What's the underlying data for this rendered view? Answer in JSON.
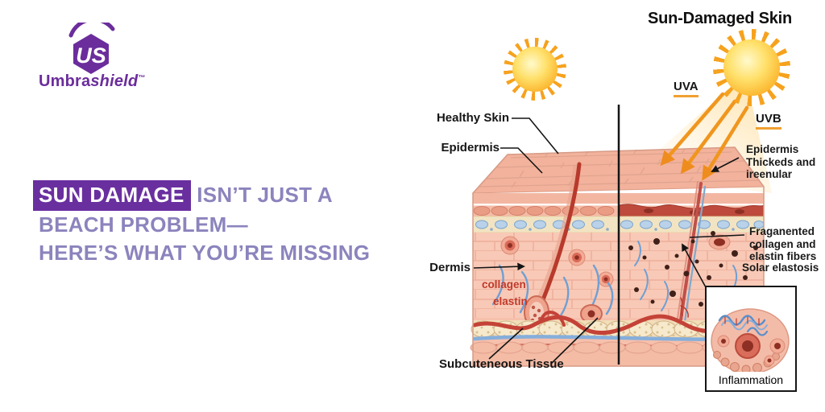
{
  "brand": {
    "monogram": "US",
    "name_bold": "Umbra",
    "name_italic": "shield",
    "tm": "™"
  },
  "headline": {
    "highlight": "SUN DAMAGE",
    "line1_rest": " ISN’T JUST A",
    "line2": "BEACH PROBLEM—",
    "line3": "HERE’S WHAT YOU’RE MISSING"
  },
  "diagram": {
    "title": "Sun-Damaged Skin",
    "labels": {
      "healthy_skin": "Healthy Skin",
      "epidermis": "Epidermis",
      "dermis": "Dermis",
      "subcutaneous": "Subcuteneous Tissue",
      "uva": "UVA",
      "uvb": "UVB",
      "epidermis_damaged_l1": "Epidermis",
      "epidermis_damaged_l2": "Thickeds and",
      "epidermis_damaged_l3": "ireenular",
      "fragmented_l1": "Fraganented",
      "fragmented_l2": "collagen and",
      "fragmented_l3": "elastin fibers",
      "solar_elastosis": "Solar elastosis",
      "collagen": "collagen",
      "elastin": "elastin",
      "inflammation": "Inflammation"
    }
  },
  "colors": {
    "brand_purple": "#6b2d9c",
    "headline_highlight_bg": "#6a2f9f",
    "headline_text": "#8b84bd",
    "accent_orange": "#f0a030",
    "label_text": "#1a1a1a",
    "collagen_text": "#c0392b",
    "skin_pink": "#f8c9b6",
    "damage_dark_red": "#bd4a3c"
  }
}
